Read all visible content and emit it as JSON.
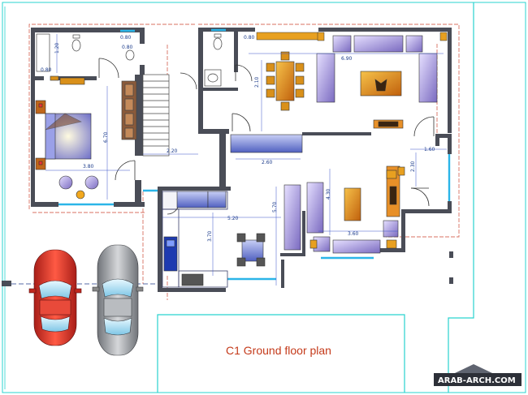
{
  "plan": {
    "title": "C1 Ground  floor plan",
    "watermark": "ARAB-ARCH.COM",
    "dimensions": [
      "0.80",
      "1.20",
      "0.80",
      "0.80",
      "0.80",
      "6.90",
      "2.10",
      "6.70",
      "3.80",
      "2.20",
      "2.60",
      "5.20",
      "5.70",
      "3.70",
      "4.30",
      "3.60",
      "1.60",
      "2.30"
    ]
  },
  "colors": {
    "wall": "#4a4d57",
    "dim_line": "#3a55c8",
    "dim_text": "#1a3a8a",
    "boundary": "#d87060",
    "cyan_border": "#29d3cf",
    "title": "#c43a1a",
    "sofa": "#b8a8e8",
    "wood": "#d9901a",
    "car_red": "#e2382c",
    "car_silver": "#a6a9ad"
  }
}
